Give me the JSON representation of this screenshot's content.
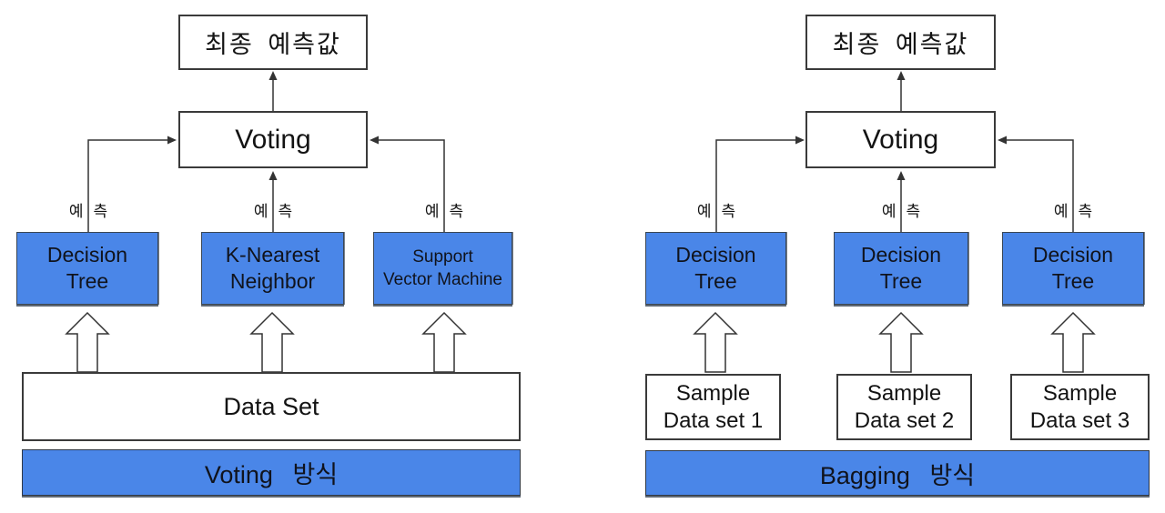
{
  "colors": {
    "accent_blue": "#4a86e8",
    "line": "#333333",
    "text": "#111111"
  },
  "left": {
    "final": "최종 예측값",
    "voting": "Voting",
    "pred": {
      "c1": "예",
      "c2": "측"
    },
    "models": [
      {
        "line1": "Decision",
        "line2": "Tree"
      },
      {
        "line1": "K-Nearest",
        "line2": "Neighbor"
      },
      {
        "line1": "Support",
        "line2": "Vector Machine"
      }
    ],
    "dataset": "Data Set",
    "banner": "Voting 방식"
  },
  "right": {
    "final": "최종 예측값",
    "voting": "Voting",
    "pred": {
      "c1": "예",
      "c2": "측"
    },
    "models": [
      {
        "line1": "Decision",
        "line2": "Tree"
      },
      {
        "line1": "Decision",
        "line2": "Tree"
      },
      {
        "line1": "Decision",
        "line2": "Tree"
      }
    ],
    "samples": [
      {
        "line1": "Sample",
        "line2": "Data set 1"
      },
      {
        "line1": "Sample",
        "line2": "Data set 2"
      },
      {
        "line1": "Sample",
        "line2": "Data set 3"
      }
    ],
    "banner": "Bagging 방식"
  }
}
